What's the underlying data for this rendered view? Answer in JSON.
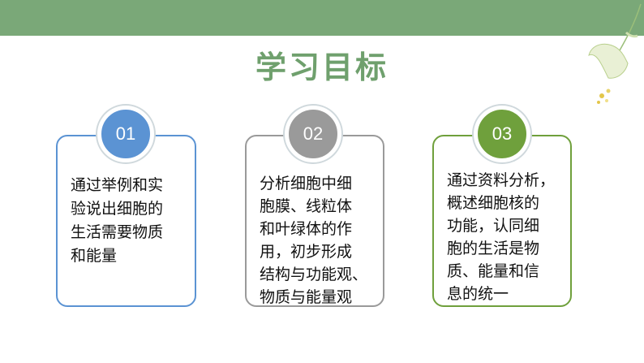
{
  "slide": {
    "title": "学习目标",
    "cards": [
      {
        "number": "01",
        "text": "通过举例和实\n验说出细胞的\n生活需要物质\n和能量",
        "color": "#5b93d3"
      },
      {
        "number": "02",
        "text": "分析细胞中细\n胞膜、线粒体\n和叶绿体的作\n用，初步形成\n结构与功能观、\n物质与能量观",
        "color": "#9a9a9a"
      },
      {
        "number": "03",
        "text": "通过资料分析，\n概述细胞核的\n功能，认同细\n胞的生活是物\n质、能量和信\n息的统一",
        "color": "#6fa03c"
      }
    ]
  },
  "colors": {
    "top_bar": "#7aa878",
    "title": "#6fa06d"
  },
  "decoration": {
    "icon": "ginkgo-leaf-icon"
  }
}
